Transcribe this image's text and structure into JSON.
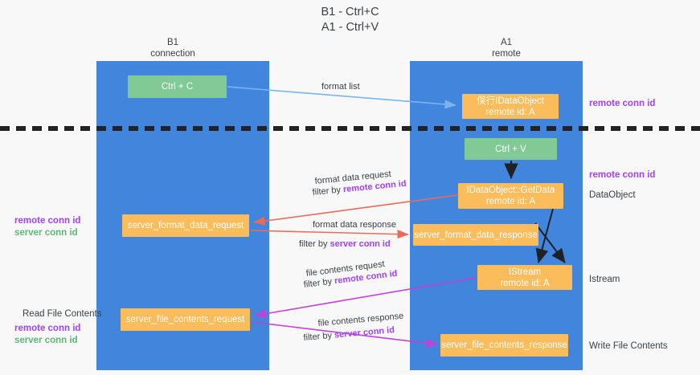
{
  "title": {
    "line1": "B1 - Ctrl+C",
    "line2": "A1 - Ctrl+V"
  },
  "columns": [
    {
      "name": "B1",
      "role": "connection"
    },
    {
      "name": "A1",
      "role": "remote"
    }
  ],
  "nodes": {
    "ctrl_c": {
      "label": "Ctrl + C",
      "color": "#81c995"
    },
    "ctrl_v": {
      "label": "Ctrl + V",
      "color": "#81c995"
    },
    "idataobject": {
      "line1": "俣行IDataObject",
      "line2": "remote id: A",
      "color": "#fbbc5c"
    },
    "idataobject_getdata": {
      "line1": "IDataObject::GetData",
      "line2": "remote id: A",
      "color": "#fbbc5c"
    },
    "istream": {
      "line1": "IStream",
      "line2": "remote id: A",
      "color": "#fbbc5c"
    },
    "server_format_data_request": {
      "label": "server_format_data_request",
      "color": "#fbbc5c"
    },
    "server_format_data_response": {
      "label": "server_format_data_response",
      "color": "#fbbc5c"
    },
    "server_file_contents_request": {
      "label": "server_file_contents_request",
      "color": "#fbbc5c"
    },
    "server_file_contents_response": {
      "label": "server_file_contents_response",
      "color": "#fbbc5c"
    }
  },
  "edge_labels": {
    "format_list": "format list",
    "format_data_request": "format data request",
    "format_data_request_filter_prefix": "filter by ",
    "format_data_request_filter_key": "remote conn id",
    "format_data_response": "format data response",
    "format_data_response_filter_prefix": "filter by ",
    "format_data_response_filter_key": "server conn id",
    "file_contents_request": "file contents request",
    "file_contents_request_filter_prefix": "filter by ",
    "file_contents_request_filter_key": "remote conn id",
    "file_contents_response": "file contents response",
    "file_contents_response_filter_prefix": "filter by ",
    "file_contents_response_filter_key": "server conn id"
  },
  "annotations": {
    "right": {
      "remote_conn_id_top": "remote conn id",
      "remote_conn_id_mid": "remote conn id",
      "dataobject": "DataObject",
      "istream": "Istream",
      "write_file_contents": "Write File Contents"
    },
    "left": {
      "remote_conn_id_mid": "remote conn id",
      "server_conn_id_mid": "server conn id",
      "read_file_contents": "Read File Contents",
      "remote_conn_id_bottom": "remote conn id",
      "server_conn_id_bottom": "server conn id"
    }
  },
  "colors": {
    "lane": "#4285dd",
    "green_node": "#81c995",
    "orange_node": "#fbbc5c",
    "purple_text": "#a142f4",
    "green_text": "#5bb974",
    "red_arrow": "#ea6b5a",
    "magenta_arrow": "#c341d8",
    "blue_arrow": "#7bb4e8",
    "black_arrow": "#202124",
    "background": "#f8f8f8"
  }
}
